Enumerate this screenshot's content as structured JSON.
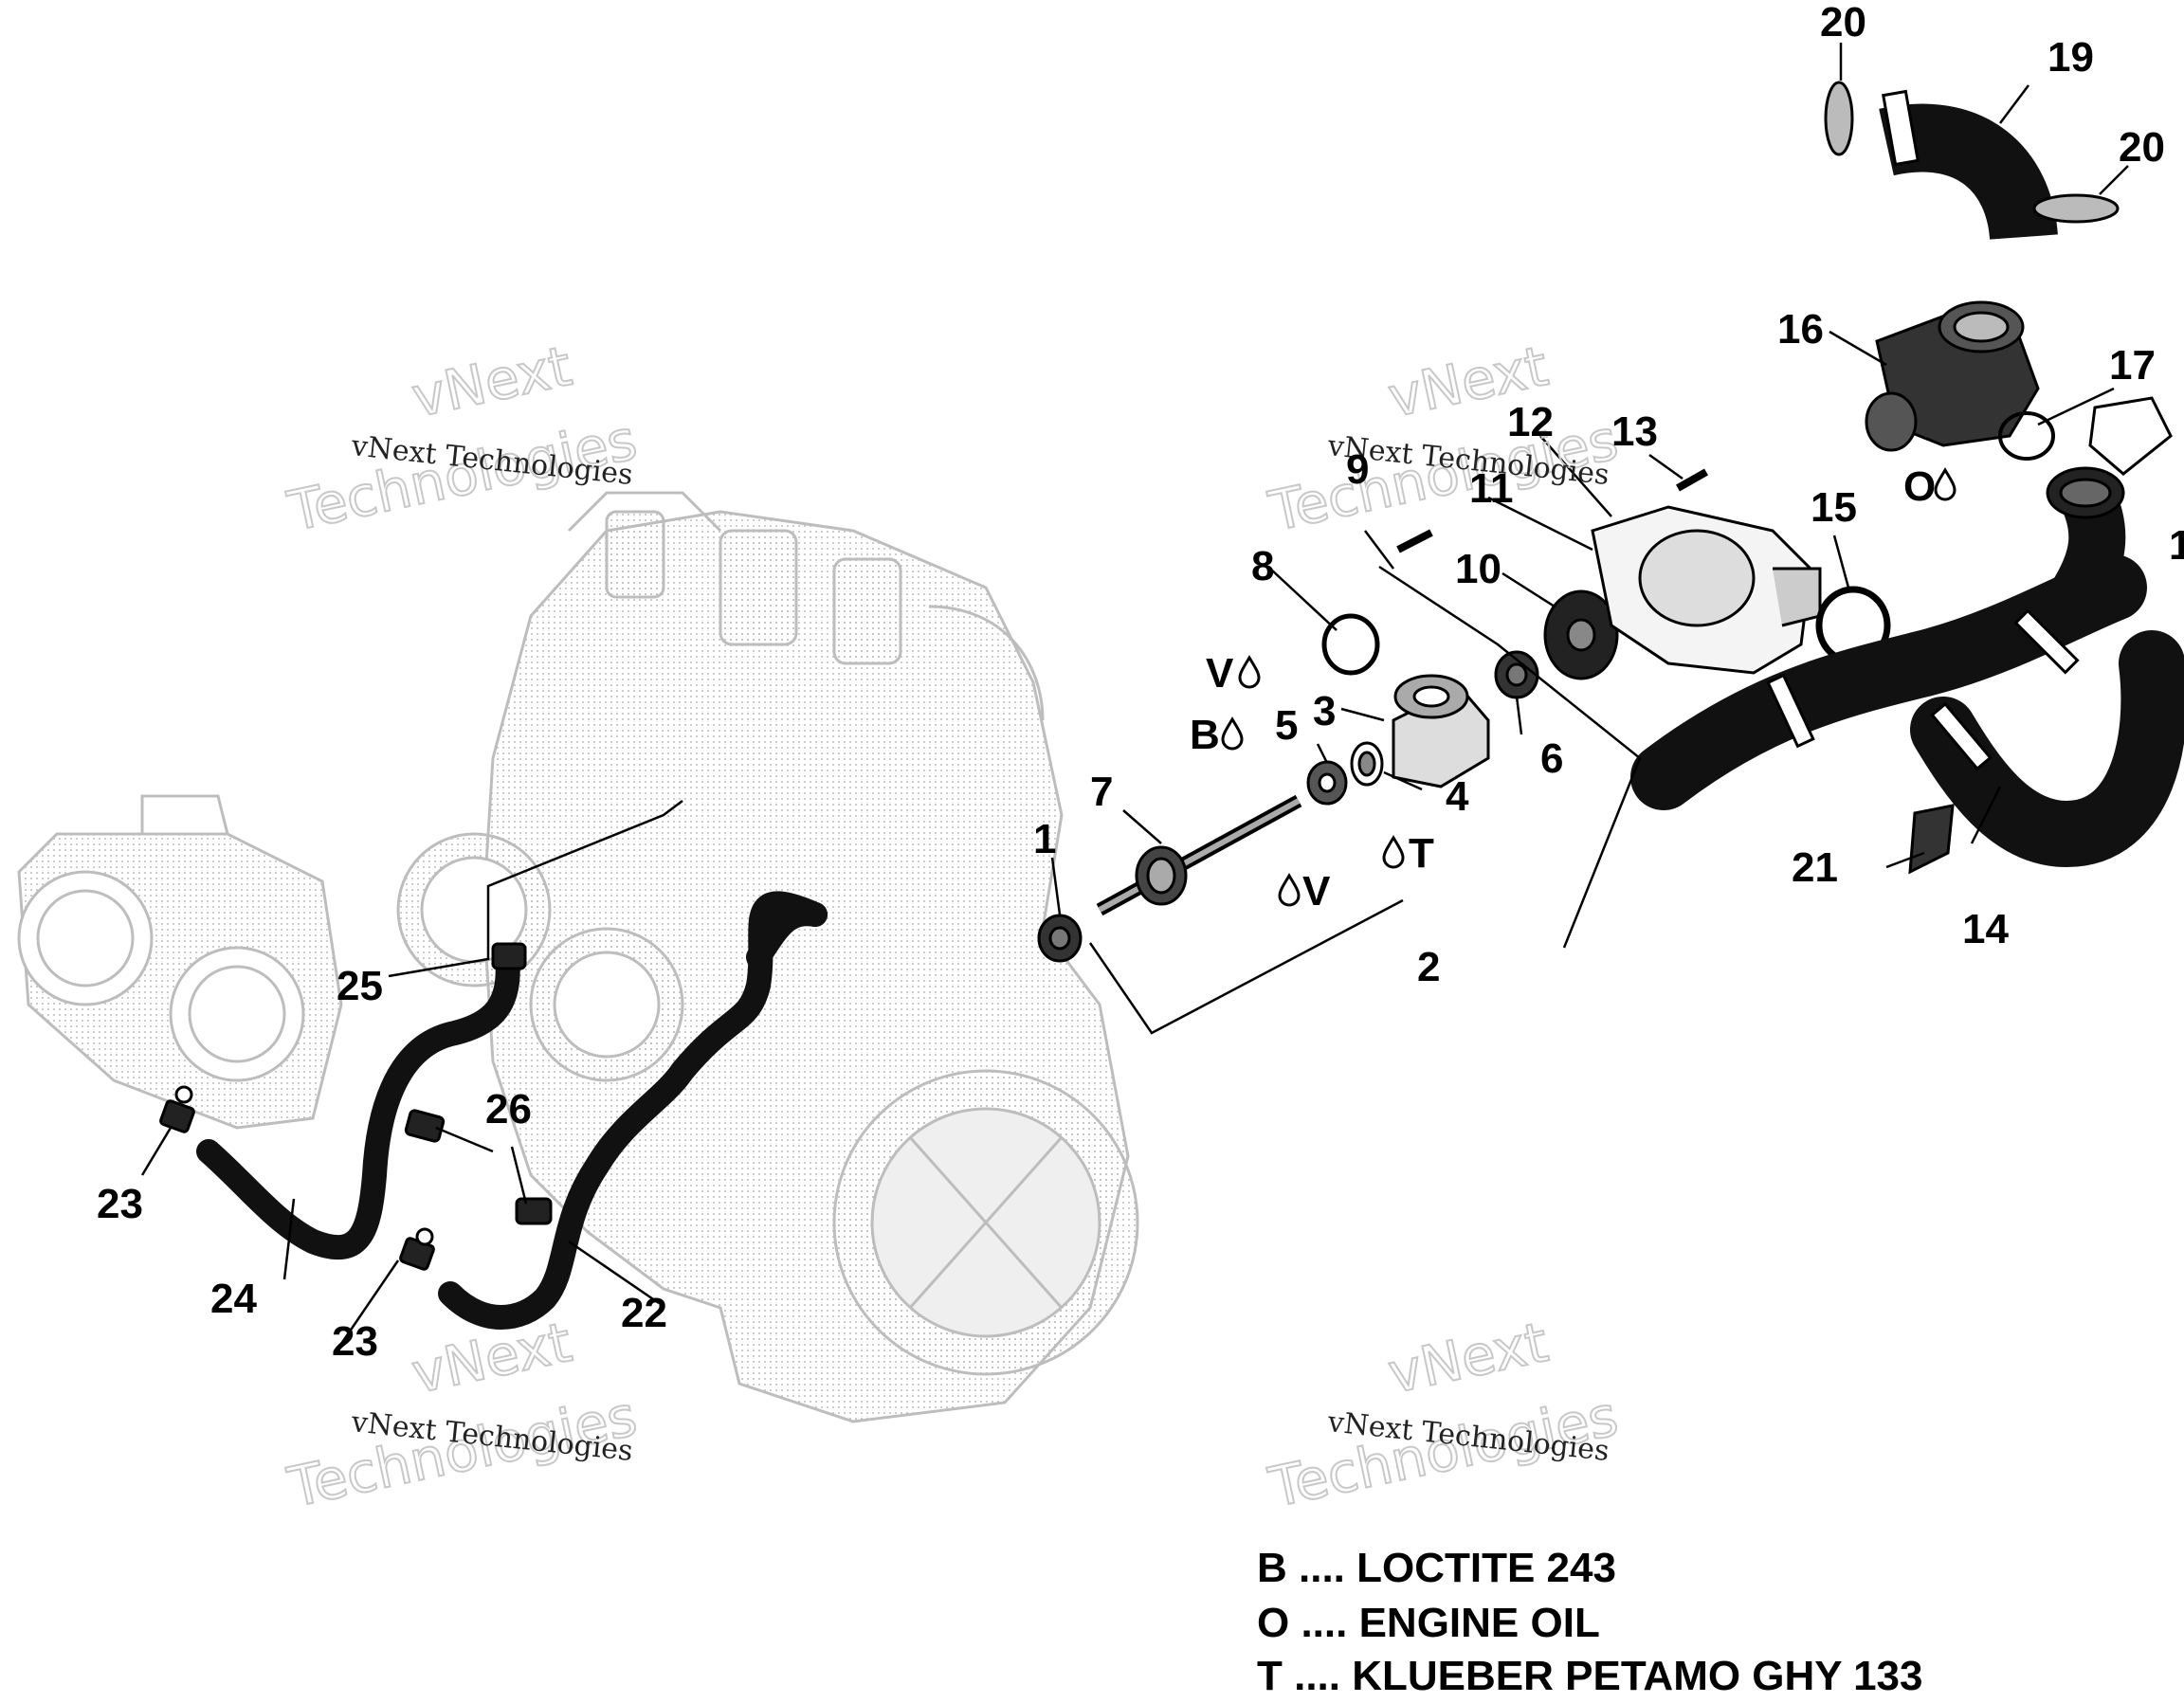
{
  "callouts": {
    "c1a": "1",
    "c1b": "1",
    "c2": "2",
    "c3": "3",
    "c4": "4",
    "c5": "5",
    "c6": "6",
    "c7": "7",
    "c8": "8",
    "c9": "9",
    "c10": "10",
    "c11": "11",
    "c12": "12",
    "c13": "13",
    "c14": "14",
    "c15": "15",
    "c16": "16",
    "c17": "17",
    "c19": "19",
    "c20a": "20",
    "c20b": "20",
    "c21": "21",
    "c22": "22",
    "c23a": "23",
    "c23b": "23",
    "c24": "24",
    "c25": "25",
    "c26": "26"
  },
  "lube_marks": {
    "v1": "V",
    "b": "B",
    "t": "T",
    "v2": "V",
    "o": "O"
  },
  "watermark": {
    "line1": "vNext Technologies",
    "big1": "vNext",
    "big2": "Technologies"
  },
  "legend": {
    "b": "B .... LOCTITE 243",
    "o": "O .... ENGINE OIL",
    "t": "T .... KLUEBER PETAMO GHY 133"
  },
  "colors": {
    "ink": "#000000",
    "ghost_engine": "#c9c9c9",
    "hose": "#111111"
  }
}
